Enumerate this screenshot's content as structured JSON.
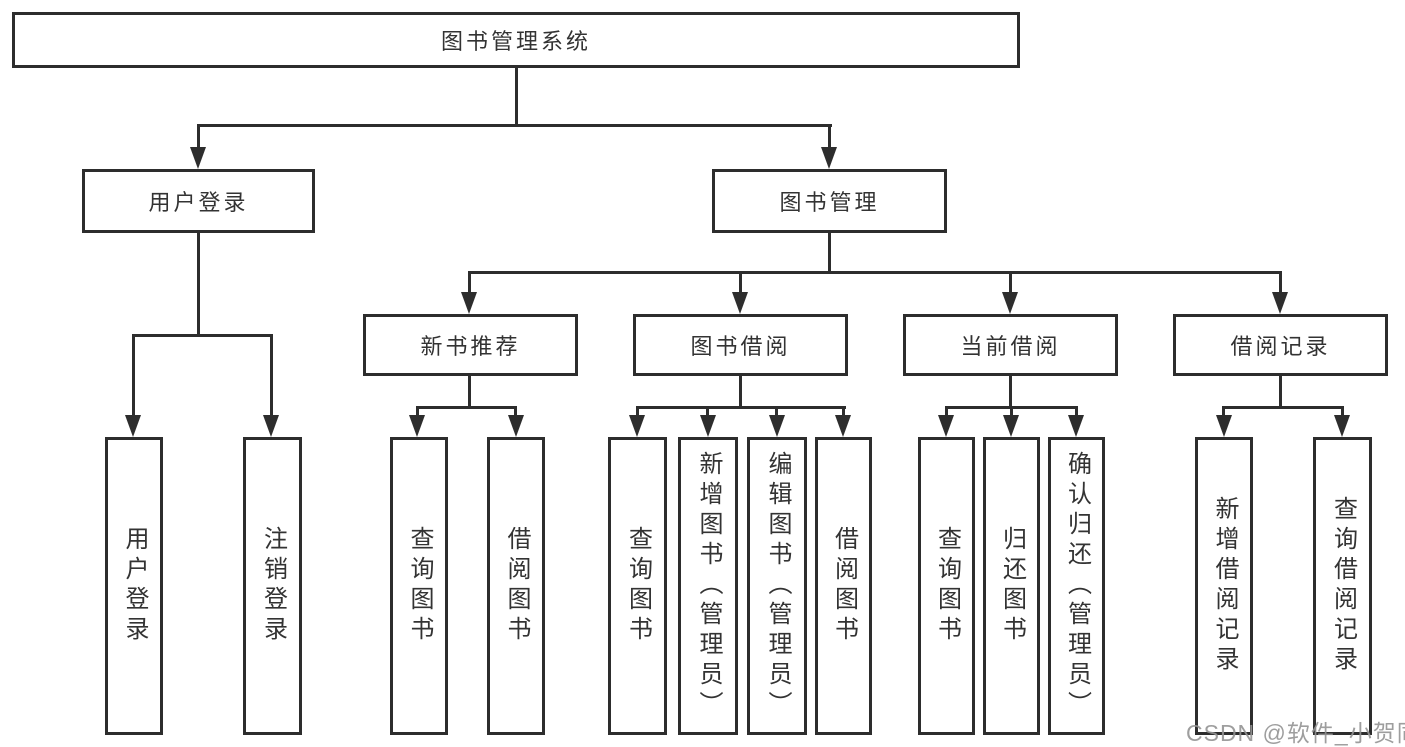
{
  "tree": {
    "label": "图书管理系统",
    "children": [
      {
        "label": "用户登录",
        "children": [
          {
            "label": "用户登录"
          },
          {
            "label": "注销登录"
          }
        ]
      },
      {
        "label": "图书管理",
        "children": [
          {
            "label": "新书推荐",
            "children": [
              {
                "label": "查询图书"
              },
              {
                "label": "借阅图书"
              }
            ]
          },
          {
            "label": "图书借阅",
            "children": [
              {
                "label": "查询图书"
              },
              {
                "label": "新增图书（管理员）"
              },
              {
                "label": "编辑图书（管理员）"
              },
              {
                "label": "借阅图书"
              }
            ]
          },
          {
            "label": "当前借阅",
            "children": [
              {
                "label": "查询图书"
              },
              {
                "label": "归还图书"
              },
              {
                "label": "确认归还（管理员）"
              }
            ]
          },
          {
            "label": "借阅记录",
            "children": [
              {
                "label": "新增借阅记录"
              },
              {
                "label": "查询借阅记录"
              }
            ]
          }
        ]
      }
    ]
  },
  "watermark": {
    "text": "CSDN @软件_小贺同学"
  },
  "colors": {
    "line": "#2d2d2d",
    "box_background": "#ffffff",
    "watermark": "#949494"
  }
}
